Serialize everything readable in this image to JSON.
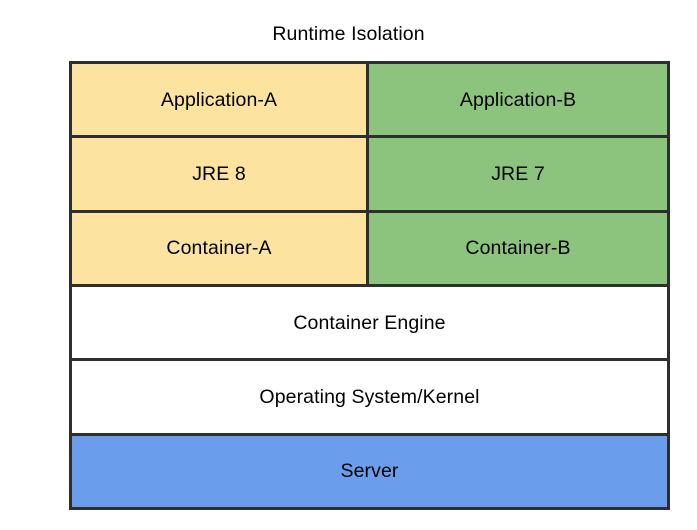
{
  "diagram": {
    "title": "Runtime Isolation",
    "colors": {
      "yellow": "#fce3a0",
      "green": "#8cc47e",
      "blue": "#6a9dec",
      "white": "#ffffff",
      "border": "#2e2e2e",
      "text": "#000000",
      "background": "#ffffff"
    },
    "rows": [
      {
        "name": "application-row",
        "split": true,
        "left": {
          "label": "Application-A",
          "fill": "yellow"
        },
        "right": {
          "label": "Application-B",
          "fill": "green"
        }
      },
      {
        "name": "jre-row",
        "split": true,
        "left": {
          "label": "JRE 8",
          "fill": "yellow"
        },
        "right": {
          "label": "JRE 7",
          "fill": "green"
        }
      },
      {
        "name": "container-row",
        "split": true,
        "left": {
          "label": "Container-A",
          "fill": "yellow"
        },
        "right": {
          "label": "Container-B",
          "fill": "green"
        }
      },
      {
        "name": "container-engine-row",
        "split": false,
        "full": {
          "label": "Container Engine",
          "fill": "white"
        }
      },
      {
        "name": "operating-system-row",
        "split": false,
        "full": {
          "label": "Operating System/Kernel",
          "fill": "white"
        }
      },
      {
        "name": "server-row",
        "split": false,
        "full": {
          "label": "Server",
          "fill": "blue"
        }
      }
    ]
  }
}
